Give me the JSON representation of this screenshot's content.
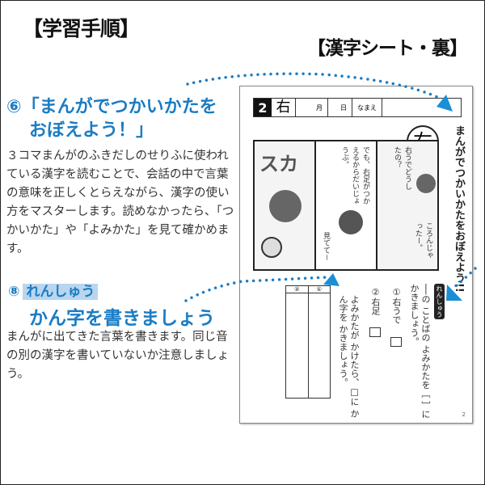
{
  "titles": {
    "left": "【学習手順】",
    "right": "【漢字シート・裏】"
  },
  "step6": {
    "heading_line1": "⑥「まんがでつかいかたを",
    "heading_line2": "おぼえよう！」",
    "body": "３コマまんがのふきだしのせりふに使われている漢字を読むことで、会話の中で言葉の意味を正しくとらえながら、漢字の使い方をマスターします。読めなかったら、「つかいかた」や「よみかた」を見て確かめます。"
  },
  "step8": {
    "number": "⑧",
    "tag": "れんしゅう",
    "heading": "かん字を書きましょう",
    "body": "まんがに出てきた言葉を書きます。同じ音の別の漢字を書いていないか注意しましょう。"
  },
  "sheet": {
    "header": {
      "number": "2",
      "kanji": "右",
      "month": "月",
      "day": "日",
      "name": "なまえ"
    },
    "circle_kanji": "右",
    "side_title": "まんがでつかいかたをおぼえよう!!",
    "panels": [
      {
        "sfx": "スカ"
      },
      {
        "speech": "でも、右足がつかえるからだいじょうぶ。",
        "speech2": "見てて－"
      },
      {
        "speech": "右うでどうしたの？",
        "speech2": "ころんじゃったー。"
      }
    ],
    "practice": {
      "tag": "れんしゅう",
      "instruction1": "──の ことばの よみかたを［ ］に かきましょう。",
      "q1": "①右うで",
      "q2": "②右足",
      "instruction2": "よみかたが かけたら、□に かん字を かきましょう。",
      "box_labels": [
        "①",
        "②"
      ]
    },
    "page": "2"
  },
  "colors": {
    "accent": "#1a7cc4",
    "tag_bg": "#b9d6ee"
  }
}
